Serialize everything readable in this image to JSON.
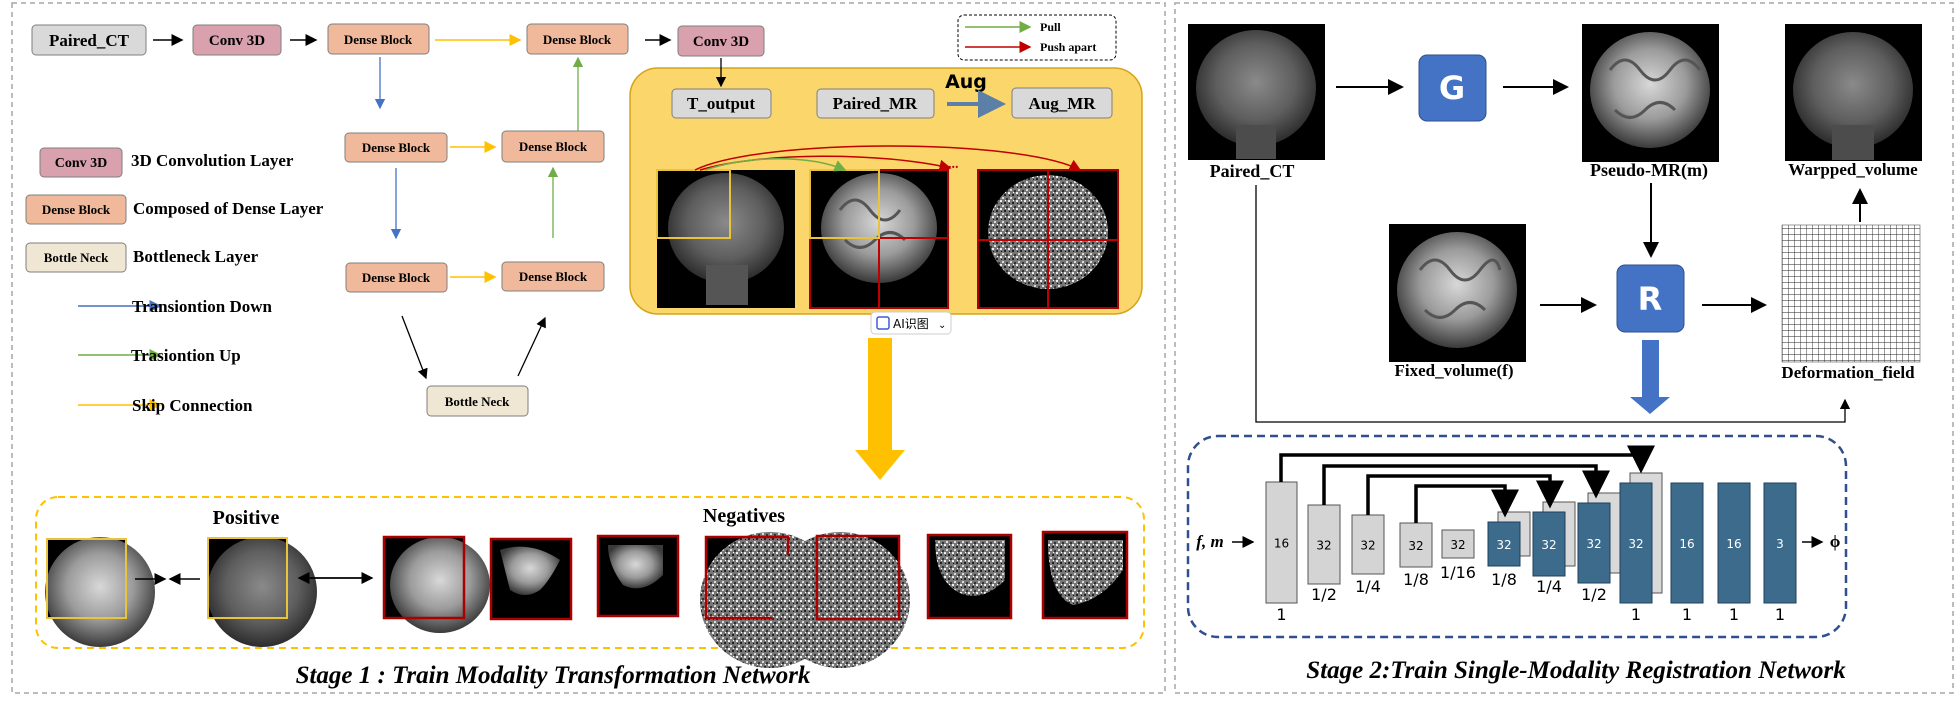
{
  "stage1": {
    "title": "Stage 1 :   Train Modality Transformation Network",
    "paired_ct": "Paired_CT",
    "conv3d": "Conv 3D",
    "dense_block": "Dense Block",
    "bottle_neck": "Bottle Neck",
    "t_output": "T_output",
    "paired_mr": "Paired_MR",
    "aug_mr": "Aug_MR",
    "aug": "Aug",
    "pull": "Pull",
    "push_apart": "Push apart",
    "ellipsis": "...",
    "positive": "Positive",
    "negatives": "Negatives",
    "legend": {
      "conv_label": "3D Convolution Layer",
      "dense_label": "Composed of Dense Layer",
      "bottle_label": "Bottleneck Layer",
      "down": "Transiontion Down",
      "up": "Trasiontion Up",
      "skip": "Skip Connection"
    },
    "ai_button": "AI识图"
  },
  "stage2": {
    "title": "Stage 2:Train Single-Modality Registration Network",
    "paired_ct": "Paired_CT",
    "pseudo_mr": "Pseudo-MR(m)",
    "warpped": "Warpped_volume",
    "fixed": "Fixed_volume(f)",
    "deformation": "Deformation_field",
    "g": "G",
    "r": "R",
    "input_label": "f, m",
    "output_label": "ϕ",
    "unet": {
      "channels": [
        "16",
        "32",
        "32",
        "32",
        "32",
        "32",
        "32",
        "32",
        "32",
        "16",
        "16",
        "3"
      ],
      "scales": [
        "1",
        "1/2",
        "1/4",
        "1/8",
        "1/16",
        "1/8",
        "1/4",
        "1/2",
        "1",
        "1",
        "1",
        "1"
      ]
    }
  },
  "colors": {
    "conv": "#d9a1ae",
    "dense": "#f1b99c",
    "bottle": "#efe7d3",
    "gray_box": "#d9d9d9",
    "aug_panel": "#fbd66b",
    "blue_node": "#4472c4",
    "unet_blue": "#3d6b8c",
    "down_arrow": "#4472c4",
    "up_arrow": "#70ad47",
    "skip_arrow": "#ffc000",
    "push_red": "#c00000",
    "big_arrow": "#ffc000"
  }
}
